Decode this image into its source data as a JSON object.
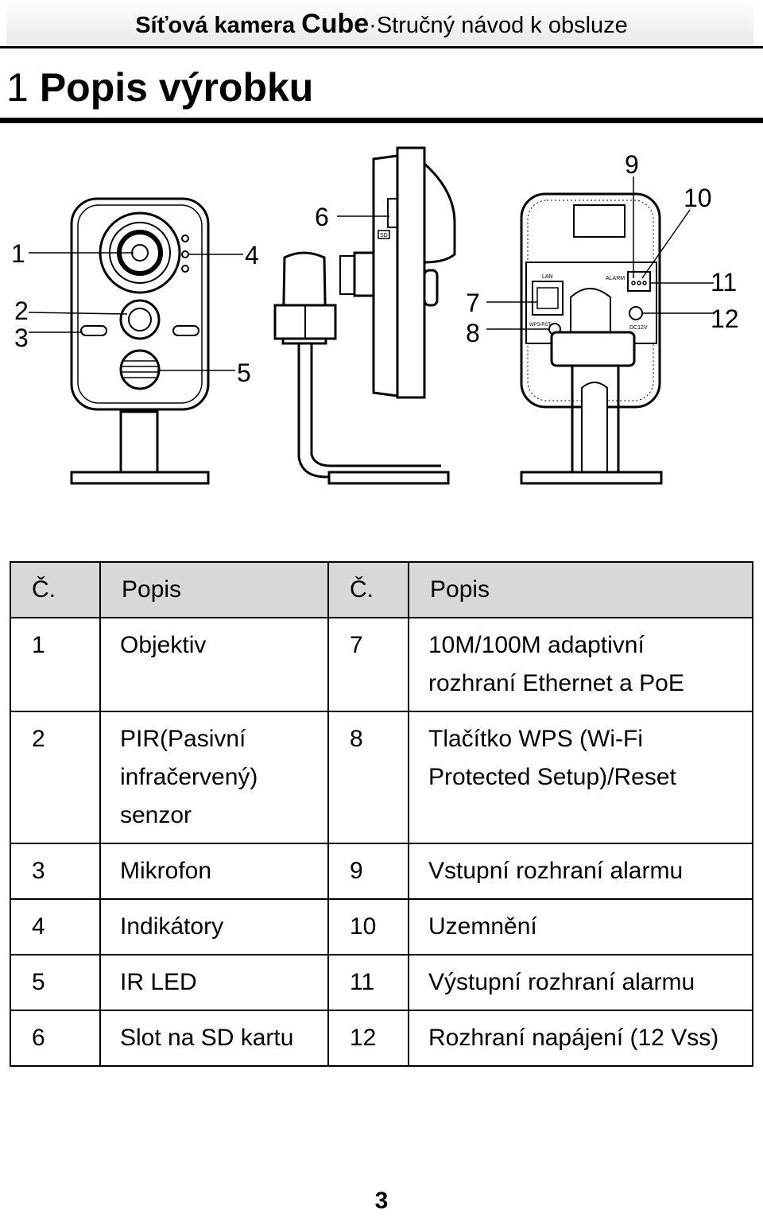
{
  "header": {
    "brand": "Síťová kamera",
    "model": "Cube",
    "separator": "·",
    "guide": "Stručný návod k obsluze"
  },
  "section": {
    "number": "1",
    "title": "Popis výrobku"
  },
  "figure": {
    "callouts": [
      "1",
      "2",
      "3",
      "4",
      "5",
      "6",
      "7",
      "8",
      "9",
      "10",
      "11",
      "12"
    ],
    "device_labels": {
      "lan": "LAN",
      "alarm": "ALARM",
      "dc": "DC12V",
      "sd": "SD",
      "wps": "WPS/RST"
    }
  },
  "table": {
    "headers": [
      "Č.",
      "Popis",
      "Č.",
      "Popis"
    ],
    "rows": [
      {
        "n1": "1",
        "d1": "Objektiv",
        "n2": "7",
        "d2": "10M/100M adaptivní rozhraní Ethernet a PoE"
      },
      {
        "n1": "2",
        "d1": "PIR(Pasivní infračervený) senzor",
        "n2": "8",
        "d2": "Tlačítko WPS (Wi-Fi Protected Setup)/Reset"
      },
      {
        "n1": "3",
        "d1": "Mikrofon",
        "n2": "9",
        "d2": "Vstupní rozhraní alarmu"
      },
      {
        "n1": "4",
        "d1": "Indikátory",
        "n2": "10",
        "d2": "Uzemnění"
      },
      {
        "n1": "5",
        "d1": "IR LED",
        "n2": "11",
        "d2": "Výstupní rozhraní alarmu"
      },
      {
        "n1": "6",
        "d1": "Slot na SD kartu",
        "n2": "12",
        "d2": "Rozhraní napájení (12 Vss)"
      }
    ]
  },
  "page_number": "3"
}
